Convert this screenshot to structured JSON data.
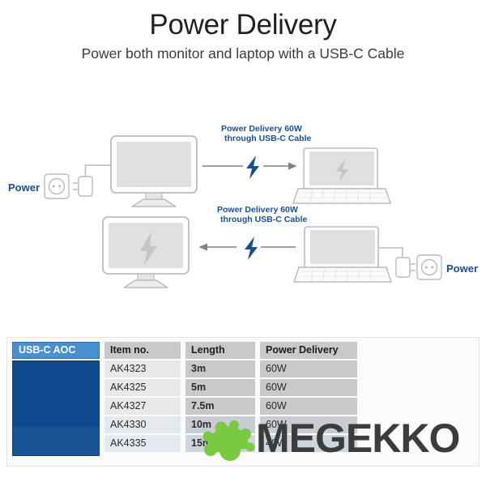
{
  "header": {
    "title": "Power Delivery",
    "subtitle": "Power both monitor and laptop with a USB-C Cable"
  },
  "diagram": {
    "row1": {
      "power_label": "Power",
      "callout_line1": "Power Delivery 60W",
      "callout_line2": "through USB-C Cable",
      "source_device": "monitor",
      "target_device": "laptop",
      "flow_direction": "left-to-right"
    },
    "row2": {
      "power_label": "Power",
      "callout_line1": "Power Delivery 60W",
      "callout_line2": "through USB-C Cable",
      "source_device": "laptop",
      "target_device": "monitor",
      "flow_direction": "right-to-left"
    },
    "colors": {
      "accent_blue": "#1a4f8f",
      "outline_gray": "#b9bcbe",
      "screen_fill": "#dfe0e1"
    }
  },
  "table": {
    "image_header": "USB-C AOC",
    "columns": [
      "Item no.",
      "Length",
      "Power Delivery"
    ],
    "rows": [
      {
        "item": "AK4323",
        "length": "3m",
        "power": "60W"
      },
      {
        "item": "AK4325",
        "length": "5m",
        "power": "60W"
      },
      {
        "item": "AK4327",
        "length": "7.5m",
        "power": "60W"
      },
      {
        "item": "AK4330",
        "length": "10m",
        "power": "60W"
      },
      {
        "item": "AK4335",
        "length": "15m",
        "power": "40W"
      }
    ],
    "colors": {
      "header_blue": "#4a8fd0",
      "image_blue": "#0f4a8f",
      "header_gray": "#c9c9c9"
    }
  },
  "watermark": {
    "text": "MEGEKKO",
    "logo_color": "#7ac943",
    "text_color": "#3c3c3c"
  }
}
